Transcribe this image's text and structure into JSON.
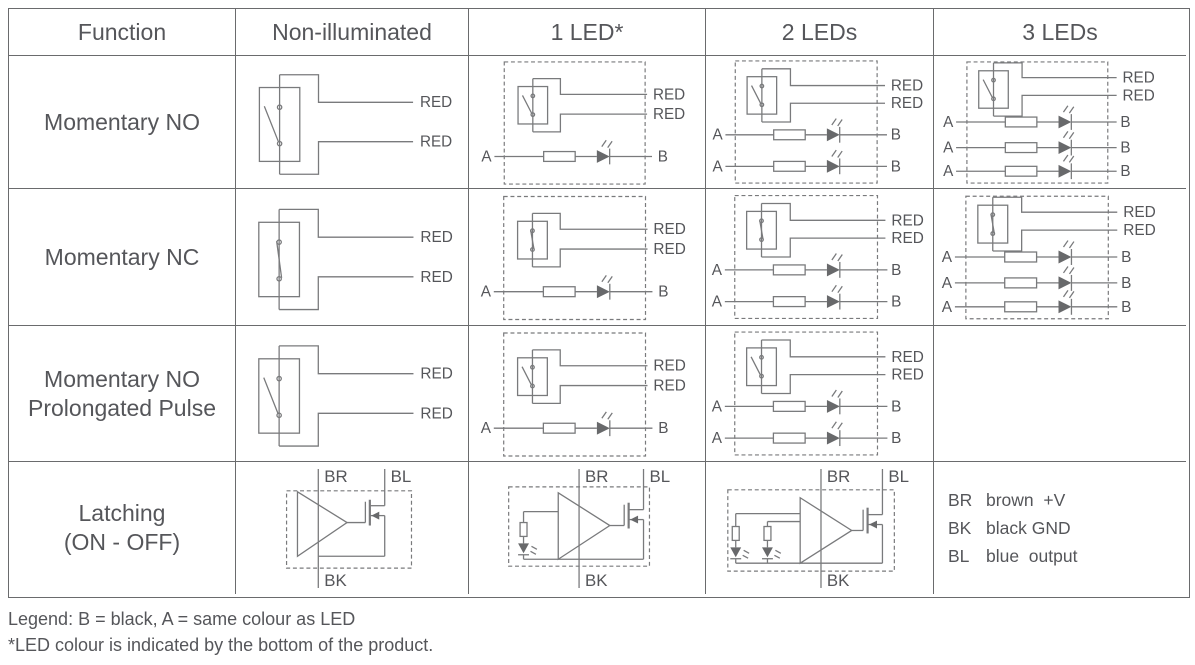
{
  "header": {
    "function": "Function",
    "non_illuminated": "Non-illuminated",
    "one_led": "1 LED*",
    "two_leds": "2 LEDs",
    "three_leds": "3 LEDs"
  },
  "rows": {
    "momentary_no": {
      "label": "Momentary NO"
    },
    "momentary_nc": {
      "label": "Momentary NC"
    },
    "momentary_no_pp": {
      "line1": "Momentary NO",
      "line2": "Prolongated Pulse"
    },
    "latching": {
      "line1": "Latching",
      "line2": "(ON - OFF)"
    }
  },
  "wire": {
    "red": "RED",
    "a": "A",
    "b": "B",
    "br": "BR",
    "bk": "BK",
    "bl": "BL"
  },
  "latching_legend": {
    "items": [
      {
        "code": "BR",
        "desc": "brown  +V"
      },
      {
        "code": "BK",
        "desc": "black GND"
      },
      {
        "code": "BL",
        "desc": "blue  output"
      }
    ]
  },
  "footer": {
    "line1": "Legend: B = black, A = same colour as LED",
    "line2": "*LED colour is indicated by the bottom of the product."
  },
  "colors": {
    "line": "#797a7c",
    "text": "#55565a",
    "border": "#6a6b6d"
  }
}
